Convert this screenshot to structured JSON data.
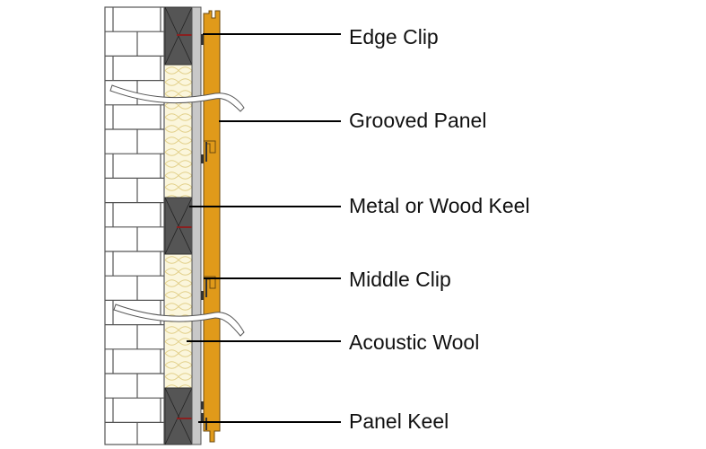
{
  "diagram": {
    "title": "Grooved panel wall cladding section",
    "colors": {
      "brick_stroke": "#555555",
      "keel_fill": "#555555",
      "wool_fill": "#fbf6dc",
      "wool_stroke": "#e2d08a",
      "board_fill": "#c8c8c8",
      "panel_fill": "#e09a1a",
      "panel_stroke": "#6b4a10",
      "screw": "#8a2020",
      "leader": "#000000"
    },
    "labels": [
      {
        "id": "edge-clip",
        "text": "Edge Clip"
      },
      {
        "id": "grooved-panel",
        "text": "Grooved Panel"
      },
      {
        "id": "keel",
        "text": "Metal or Wood Keel"
      },
      {
        "id": "middle-clip",
        "text": "Middle Clip"
      },
      {
        "id": "acoustic-wool",
        "text": "Acoustic Wool"
      },
      {
        "id": "panel-keel",
        "text": "Panel Keel"
      }
    ]
  }
}
